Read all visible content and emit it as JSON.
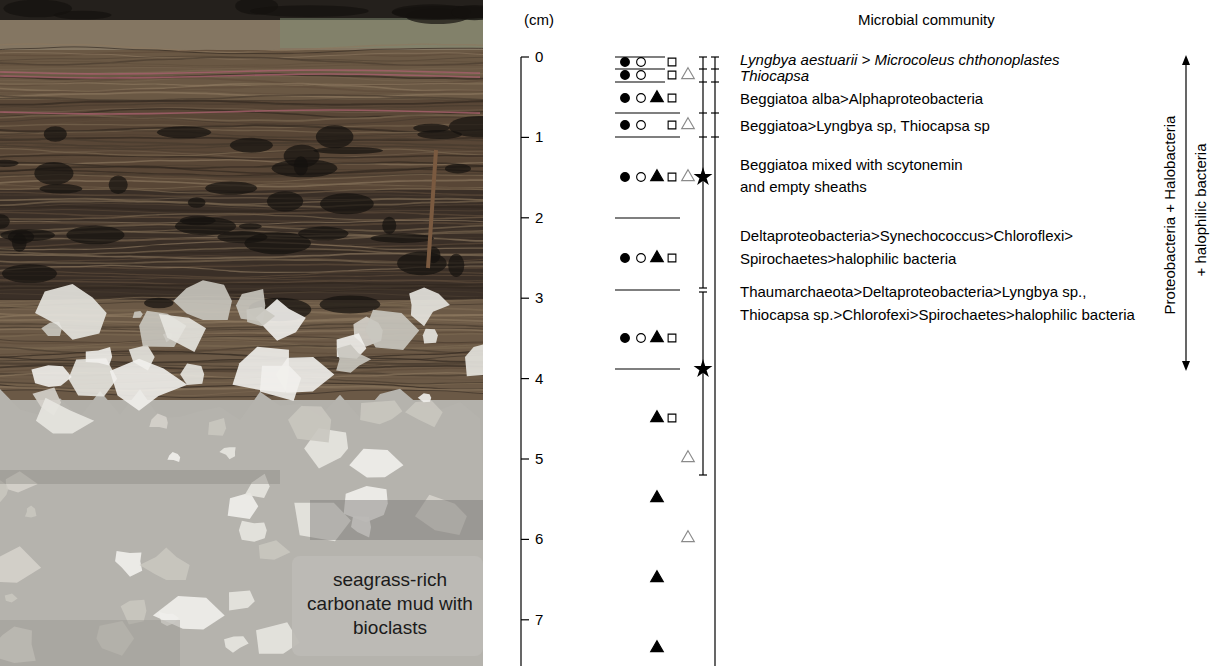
{
  "diagram": {
    "labels": [
      "seagrass-rich carbonate mud with bioclasts",
      "(cm)",
      "0",
      "1",
      "2",
      "3",
      "4",
      "5",
      "6",
      "7",
      "Microbial community",
      "Lyngbya aestuarii > Microcoleus chthonoplastes",
      "Thiocapsa",
      "Beggiatoa alba>Alphaproteobacteria",
      "Beggiatoa>Lyngbya sp, Thiocapsa sp",
      "Beggiatoa mixed with scytonemin and empty sheaths",
      "Deltaproteobacteria>Synechococcus>Chloroflexi> Spirochaetes>halophilic bacteria",
      "Thaumarchaeota>Deltaproteobacteria>Lyngbya sp., Thiocapsa sp.>Chlorofexi>Spirochaetes>halophilic bacteria",
      "Proteobacteria + Halobacteria",
      "+ halophilic bacteria"
    ]
  }
}
